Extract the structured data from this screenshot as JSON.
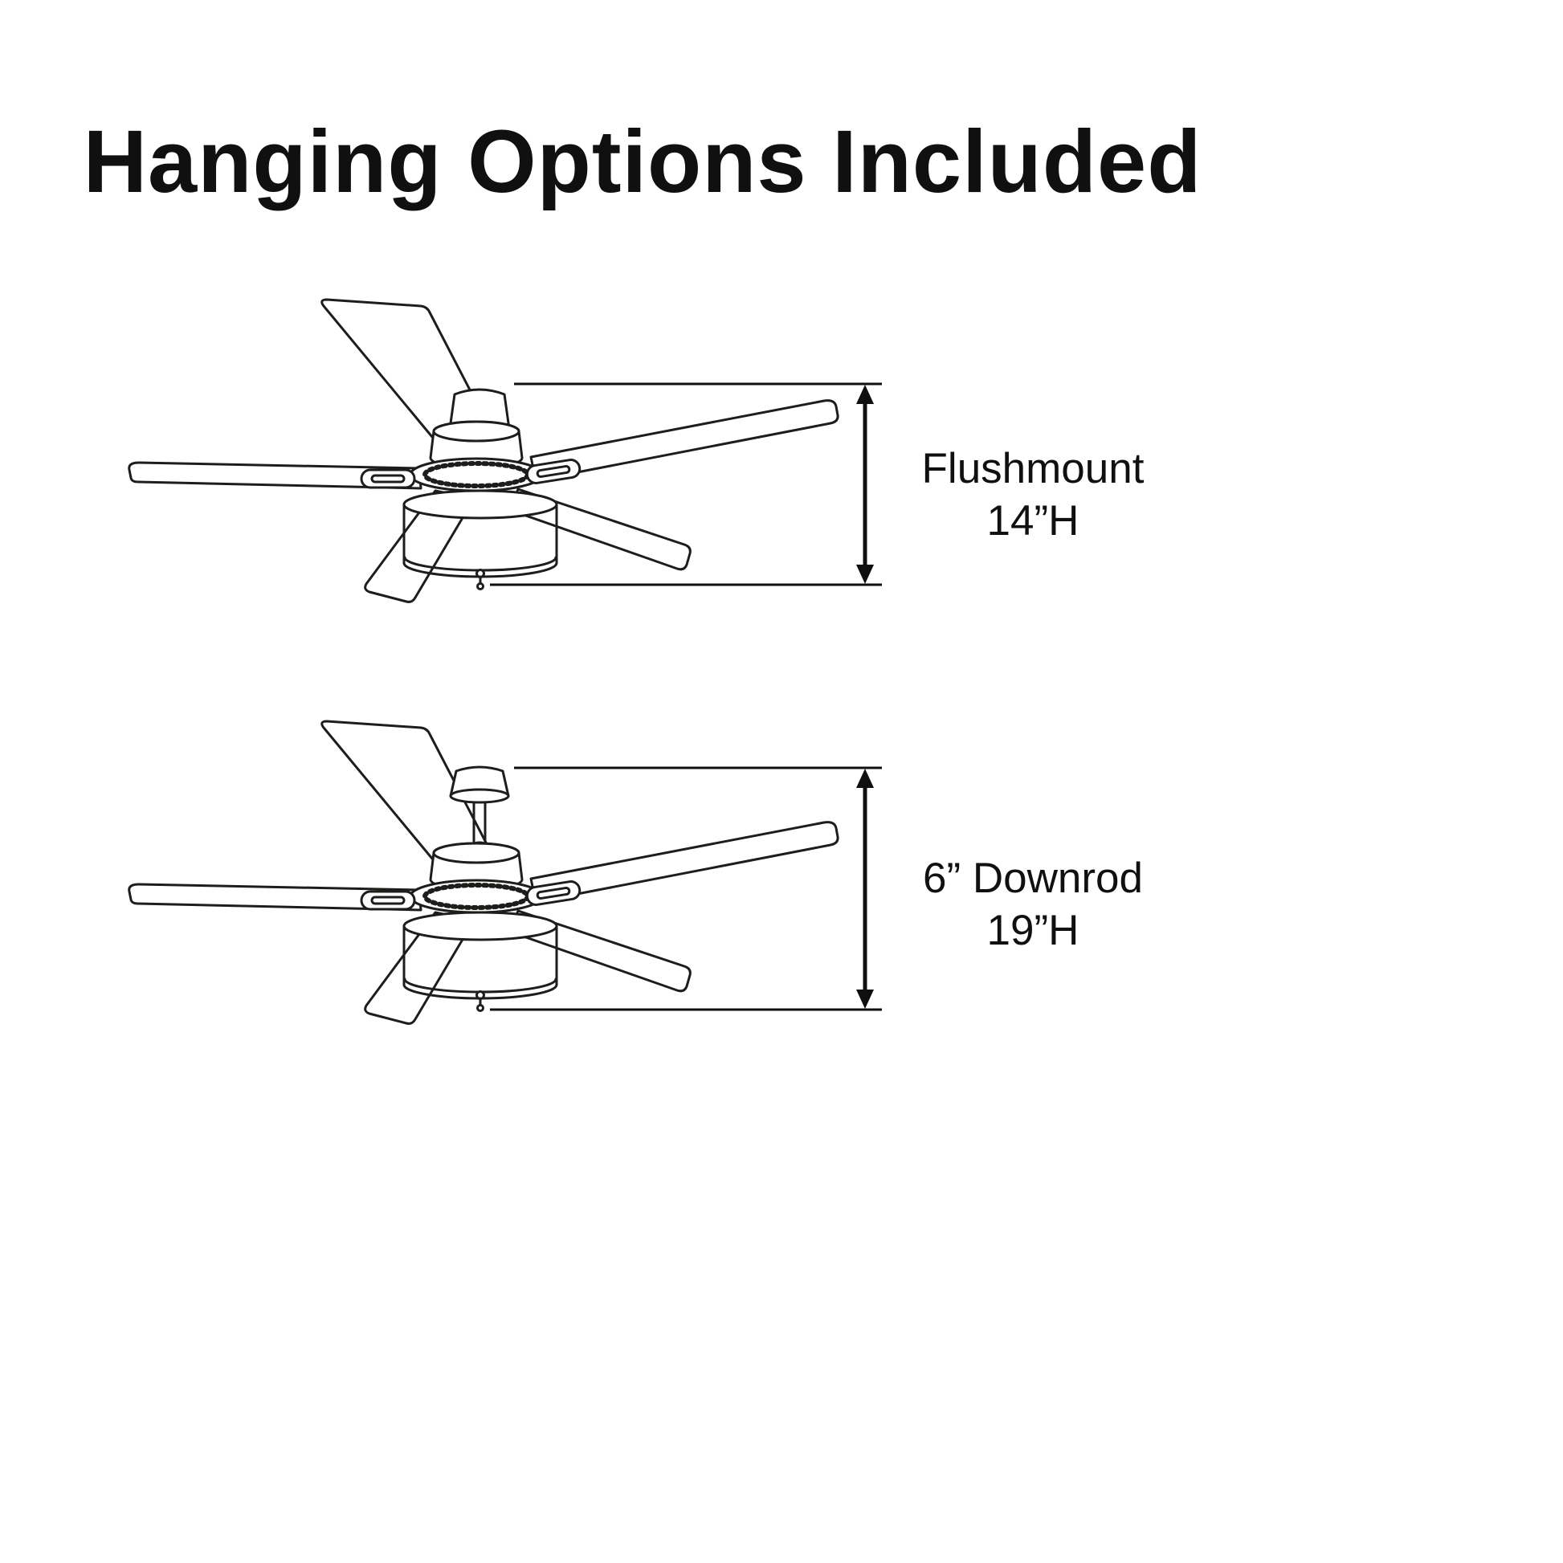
{
  "page": {
    "title": "Hanging Options Included",
    "background_color": "#ffffff",
    "line_color": "#1d1d1b",
    "text_color": "#101010"
  },
  "diagrams": [
    {
      "mount_type": "flushmount",
      "label_line1": "Flushmount",
      "label_line2": "14”H"
    },
    {
      "mount_type": "downrod",
      "label_line1": "6” Downrod",
      "label_line2": "19”H"
    }
  ]
}
